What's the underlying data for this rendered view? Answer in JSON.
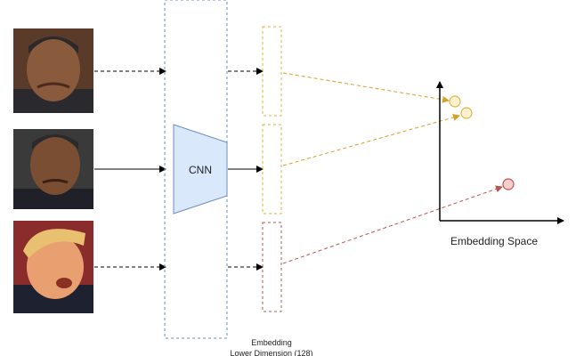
{
  "labels": {
    "cnn": "CNN",
    "embedding_space": "Embedding Space",
    "embedding_line1": "Embedding",
    "embedding_line2": "Lower Dimension (128)"
  },
  "colors": {
    "cnn_fill": "#dae8fc",
    "cnn_stroke": "#6c8ebf",
    "yellow_box": "#e0b030",
    "yellow_dot_fill": "#fff2cc",
    "yellow_dot_stroke": "#d6b656",
    "red_box": "#b85450",
    "red_dot_fill": "#f8cecc",
    "yellow_arrow": "#d7a022",
    "red_arrow": "#b85450"
  },
  "images": [
    {
      "icon": "face-photo-person-1"
    },
    {
      "icon": "face-photo-person-2"
    },
    {
      "icon": "face-photo-person-3"
    }
  ]
}
